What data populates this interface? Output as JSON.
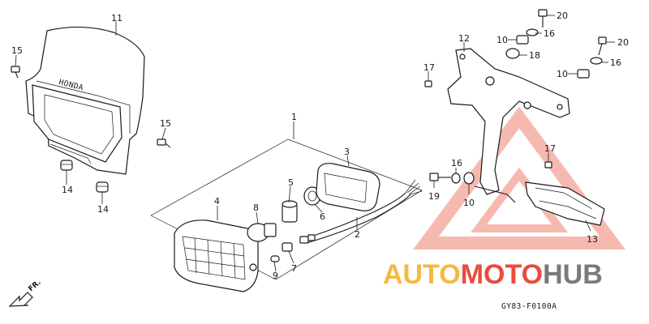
{
  "diagram": {
    "brand_text": "HONDA",
    "diagram_code": "GY83-F0100A",
    "direction_label": "FR.",
    "callouts": [
      {
        "id": "c11",
        "text": "11"
      },
      {
        "id": "c15a",
        "text": "15"
      },
      {
        "id": "c15b",
        "text": "15"
      },
      {
        "id": "c14a",
        "text": "14"
      },
      {
        "id": "c14b",
        "text": "14"
      },
      {
        "id": "c1",
        "text": "1"
      },
      {
        "id": "c3",
        "text": "3"
      },
      {
        "id": "c4",
        "text": "4"
      },
      {
        "id": "c5",
        "text": "5"
      },
      {
        "id": "c8",
        "text": "8"
      },
      {
        "id": "c6",
        "text": "6"
      },
      {
        "id": "c2",
        "text": "2"
      },
      {
        "id": "c7",
        "text": "7"
      },
      {
        "id": "c9",
        "text": "9"
      },
      {
        "id": "c12",
        "text": "12"
      },
      {
        "id": "c17a",
        "text": "17"
      },
      {
        "id": "c17b",
        "text": "17"
      },
      {
        "id": "c10a",
        "text": "10"
      },
      {
        "id": "c16a",
        "text": "16"
      },
      {
        "id": "c20a",
        "text": "20"
      },
      {
        "id": "c18",
        "text": "18"
      },
      {
        "id": "c20b",
        "text": "20"
      },
      {
        "id": "c16b",
        "text": "16"
      },
      {
        "id": "c10b",
        "text": "10"
      },
      {
        "id": "c16c",
        "text": "16"
      },
      {
        "id": "c19",
        "text": "19"
      },
      {
        "id": "c10c",
        "text": "10"
      },
      {
        "id": "c13",
        "text": "13"
      }
    ]
  },
  "watermark": {
    "part1": "AUTO",
    "part2": "MOTO",
    "part3": "HUB",
    "color_orange": "#f5b942",
    "color_red": "#e94b3c",
    "color_grey": "#7a7a7a"
  }
}
